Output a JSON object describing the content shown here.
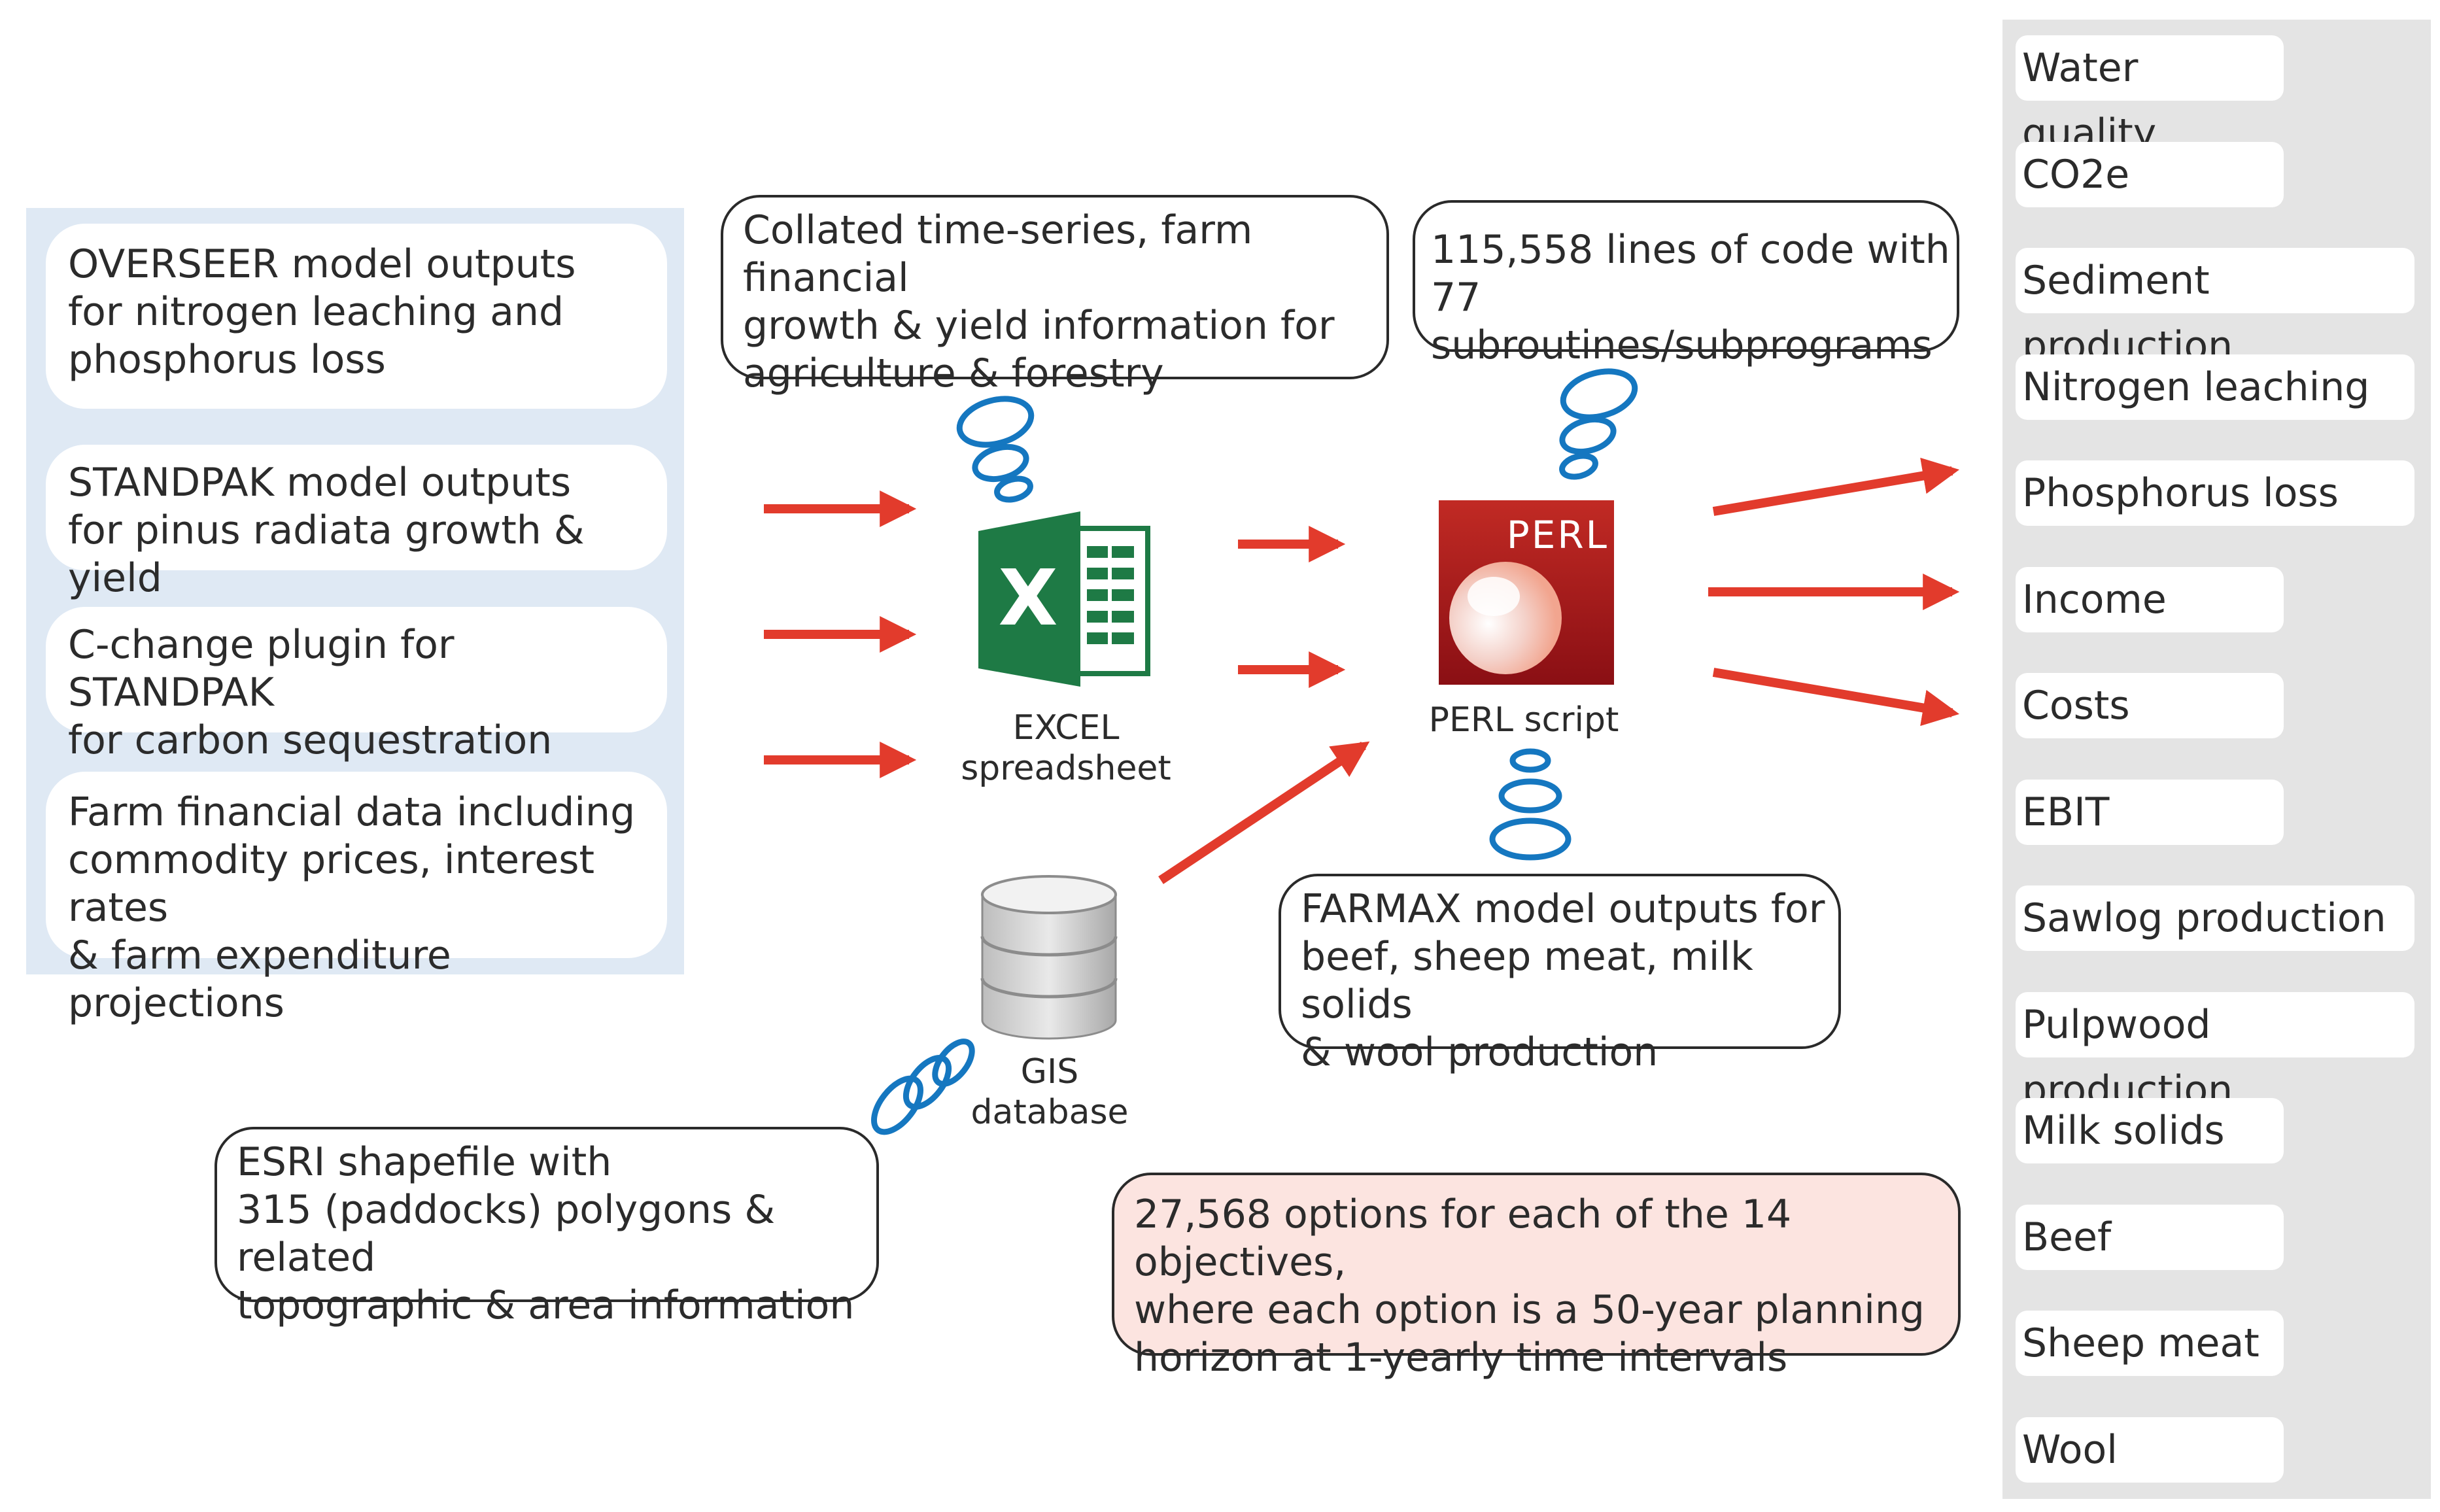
{
  "inputs": [
    "OVERSEER model outputs\nfor nitrogen leaching and\nphosphorus loss",
    "STANDPAK model outputs\nfor pinus radiata growth & yield",
    "C-change plugin for STANDPAK\nfor carbon sequestration",
    "Farm financial data including\ncommodity prices, interest rates\n& farm expenditure projections"
  ],
  "callouts": {
    "excel_note": "Collated time-series, farm financial\ngrowth & yield information for\nagriculture & forestry",
    "perl_note": "115,558 lines of code with\n77 subroutines/subprograms",
    "farmax_note": "FARMAX model outputs for\nbeef, sheep meat, milk solids\n& wool production",
    "esri_note": "ESRI shapefile with\n315 (paddocks) polygons & related\ntopographic & area information",
    "options_note": "27,568 options for each of the 14 objectives,\nwhere each option is a 50-year planning\nhorizon at 1-yearly time intervals"
  },
  "tools": {
    "excel_label": "EXCEL\nspreadsheet",
    "excel_letter": "X",
    "perl_label": "PERL script",
    "perl_logo_text": "PERL",
    "gis_label": "GIS\ndatabase"
  },
  "outputs": [
    "Water quality",
    "CO2e",
    "Sediment production",
    "Nitrogen leaching",
    "Phosphorus loss",
    "Income",
    "Costs",
    "EBIT",
    "Sawlog production",
    "Pulpwood production",
    "Milk solids",
    "Beef",
    "Sheep meat",
    "Wool"
  ],
  "colors": {
    "arrow": "#e23b2c",
    "thought_bubble": "#1577c0",
    "excel_green": "#1e7a45",
    "perl_red": "#a8171c"
  }
}
